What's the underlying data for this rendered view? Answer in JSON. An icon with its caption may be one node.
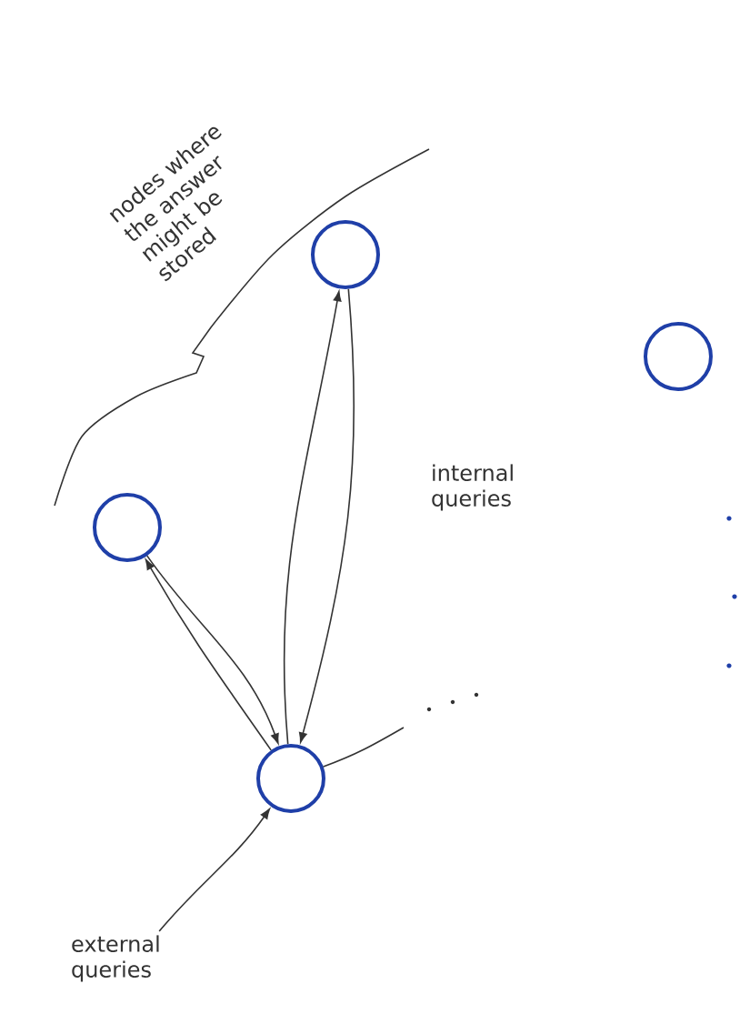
{
  "diagram": {
    "nodes": [
      {
        "text": [],
        "shape": "circle"
      },
      {
        "text": [],
        "shape": "circle"
      },
      {
        "text": [],
        "shape": "circle"
      },
      {
        "text": [],
        "shape": "circle"
      },
      {
        "text": [
          "external queries"
        ]
      }
    ],
    "edges": [
      {
        "from": 3,
        "to": 2,
        "arrow": "to"
      },
      {
        "from": 2,
        "to": 3,
        "arrow": "to"
      },
      {
        "from": 3,
        "to": 0,
        "arrow": "to"
      },
      {
        "from": 0,
        "to": 3,
        "arrow": "to"
      },
      {
        "from": 4,
        "to": 3,
        "arrow": "to"
      },
      {
        "from": 3,
        "to": null,
        "arrow": "none"
      }
    ],
    "labels": [
      "nodes where the answer might be stored",
      "internal queries"
    ]
  }
}
